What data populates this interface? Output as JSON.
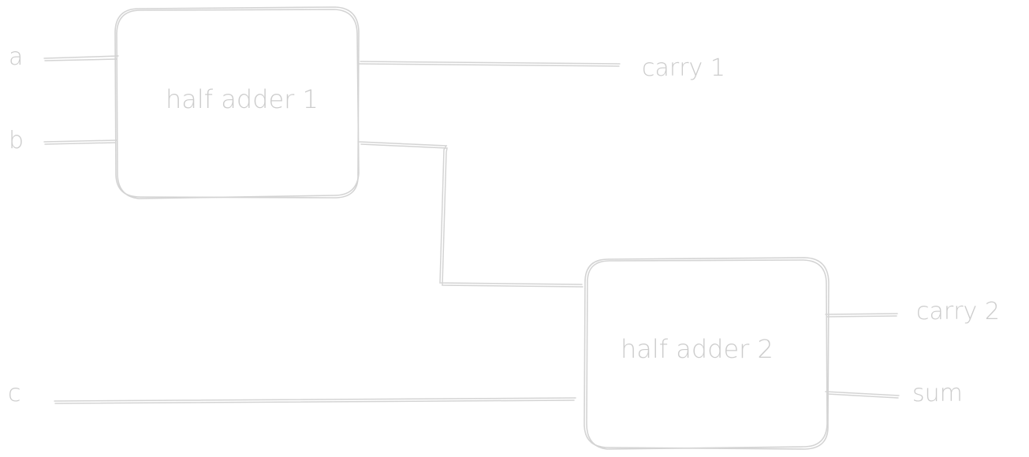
{
  "colors": {
    "stroke": "#d4d4d4",
    "text": "#cccccc",
    "background": "#ffffff"
  },
  "inputs": {
    "a": "a",
    "b": "b",
    "c": "c"
  },
  "blocks": {
    "half_adder_1": "half adder 1",
    "half_adder_2": "half adder 2"
  },
  "outputs": {
    "carry_1": "carry 1",
    "carry_2": "carry 2",
    "sum": "sum"
  }
}
